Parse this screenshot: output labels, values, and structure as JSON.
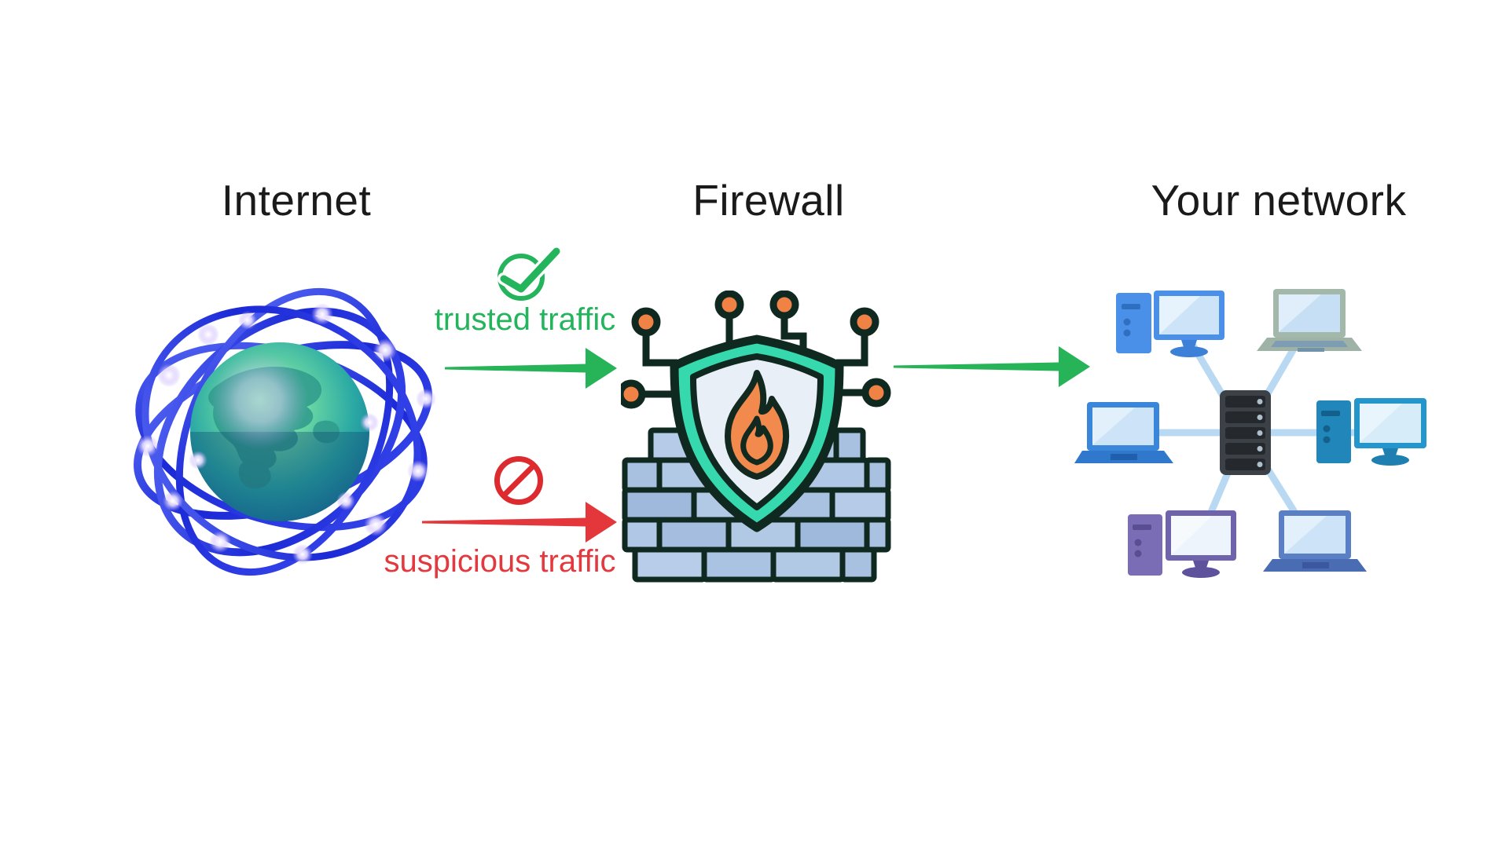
{
  "sections": {
    "internet": {
      "title": "Internet"
    },
    "firewall": {
      "title": "Firewall"
    },
    "your_network": {
      "title": "Your network"
    }
  },
  "flows": {
    "trusted": {
      "label": "trusted traffic",
      "icon": "check-circle-icon",
      "color": "#24b45c",
      "direction": "internet → firewall → your network"
    },
    "suspicious": {
      "label": "suspicious traffic",
      "icon": "no-entry-icon",
      "color": "#e3383d",
      "direction": "internet → firewall (blocked)"
    }
  },
  "icons": {
    "internet": "globe-network-icon",
    "firewall": "shield-flame-brick-wall-icon",
    "your_network": "lan-star-topology-icon"
  },
  "colors": {
    "background": "#ffffff",
    "title_text": "#1a1a1a",
    "trusted_green": "#24b45c",
    "suspicious_red": "#e3383d",
    "shield_teal": "#35d9ad",
    "shield_fill": "#e9eff6",
    "flame_orange": "#f28a4e",
    "icon_outline_dark": "#0f2920",
    "brick_blue": "#aec6e4",
    "circuit_node_orange": "#f08245",
    "network_link_blue": "#b9d9f2",
    "globe_ring_blue": "#2b3be0",
    "server_dark": "#3c4148"
  }
}
